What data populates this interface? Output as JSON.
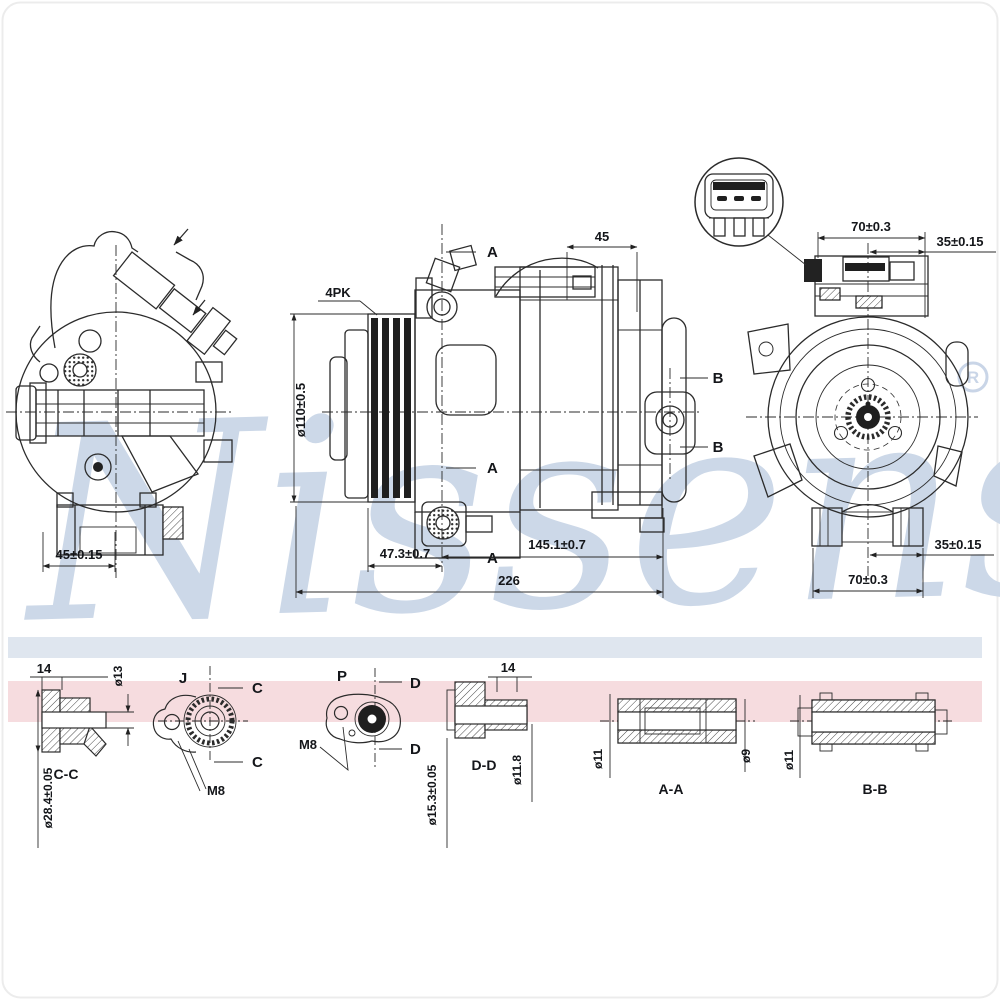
{
  "watermark": {
    "text": "Nissens",
    "registered": "R"
  },
  "colors": {
    "band_blue": "#dfe6ef",
    "band_pink": "#f6dcdf",
    "watermark": "#ccd8e8",
    "line": "#2b2b2b"
  },
  "rear_view": {
    "foot_width": "45±0.15"
  },
  "side_view": {
    "belt_type": "4PK",
    "pulley_diameter": "ø110±0.5",
    "top_offset": "45",
    "section_a": "A",
    "section_b": "B",
    "pulley_depth": "47.3±0.7",
    "mount_span": "145.1±0.7",
    "overall_length": "226"
  },
  "front_view": {
    "top_span": "70±0.3",
    "top_offset": "35±0.15",
    "bottom_offset": "35±0.15",
    "bottom_span": "70±0.3"
  },
  "sections": {
    "c_c": {
      "label": "C-C",
      "length": "14",
      "bore": "ø13",
      "flange_diameter": "ø28.4±0.05"
    },
    "j": {
      "label": "J",
      "marker": "C",
      "thread": "M8"
    },
    "p": {
      "label": "P",
      "marker": "D",
      "thread": "M8"
    },
    "d_d": {
      "label": "D-D",
      "length": "14",
      "outer": "ø15.3±0.05",
      "inner": "ø11.8"
    },
    "a_a": {
      "label": "A-A",
      "outer": "ø11",
      "inner": "ø9"
    },
    "b_b": {
      "label": "B-B",
      "outer": "ø11"
    }
  }
}
